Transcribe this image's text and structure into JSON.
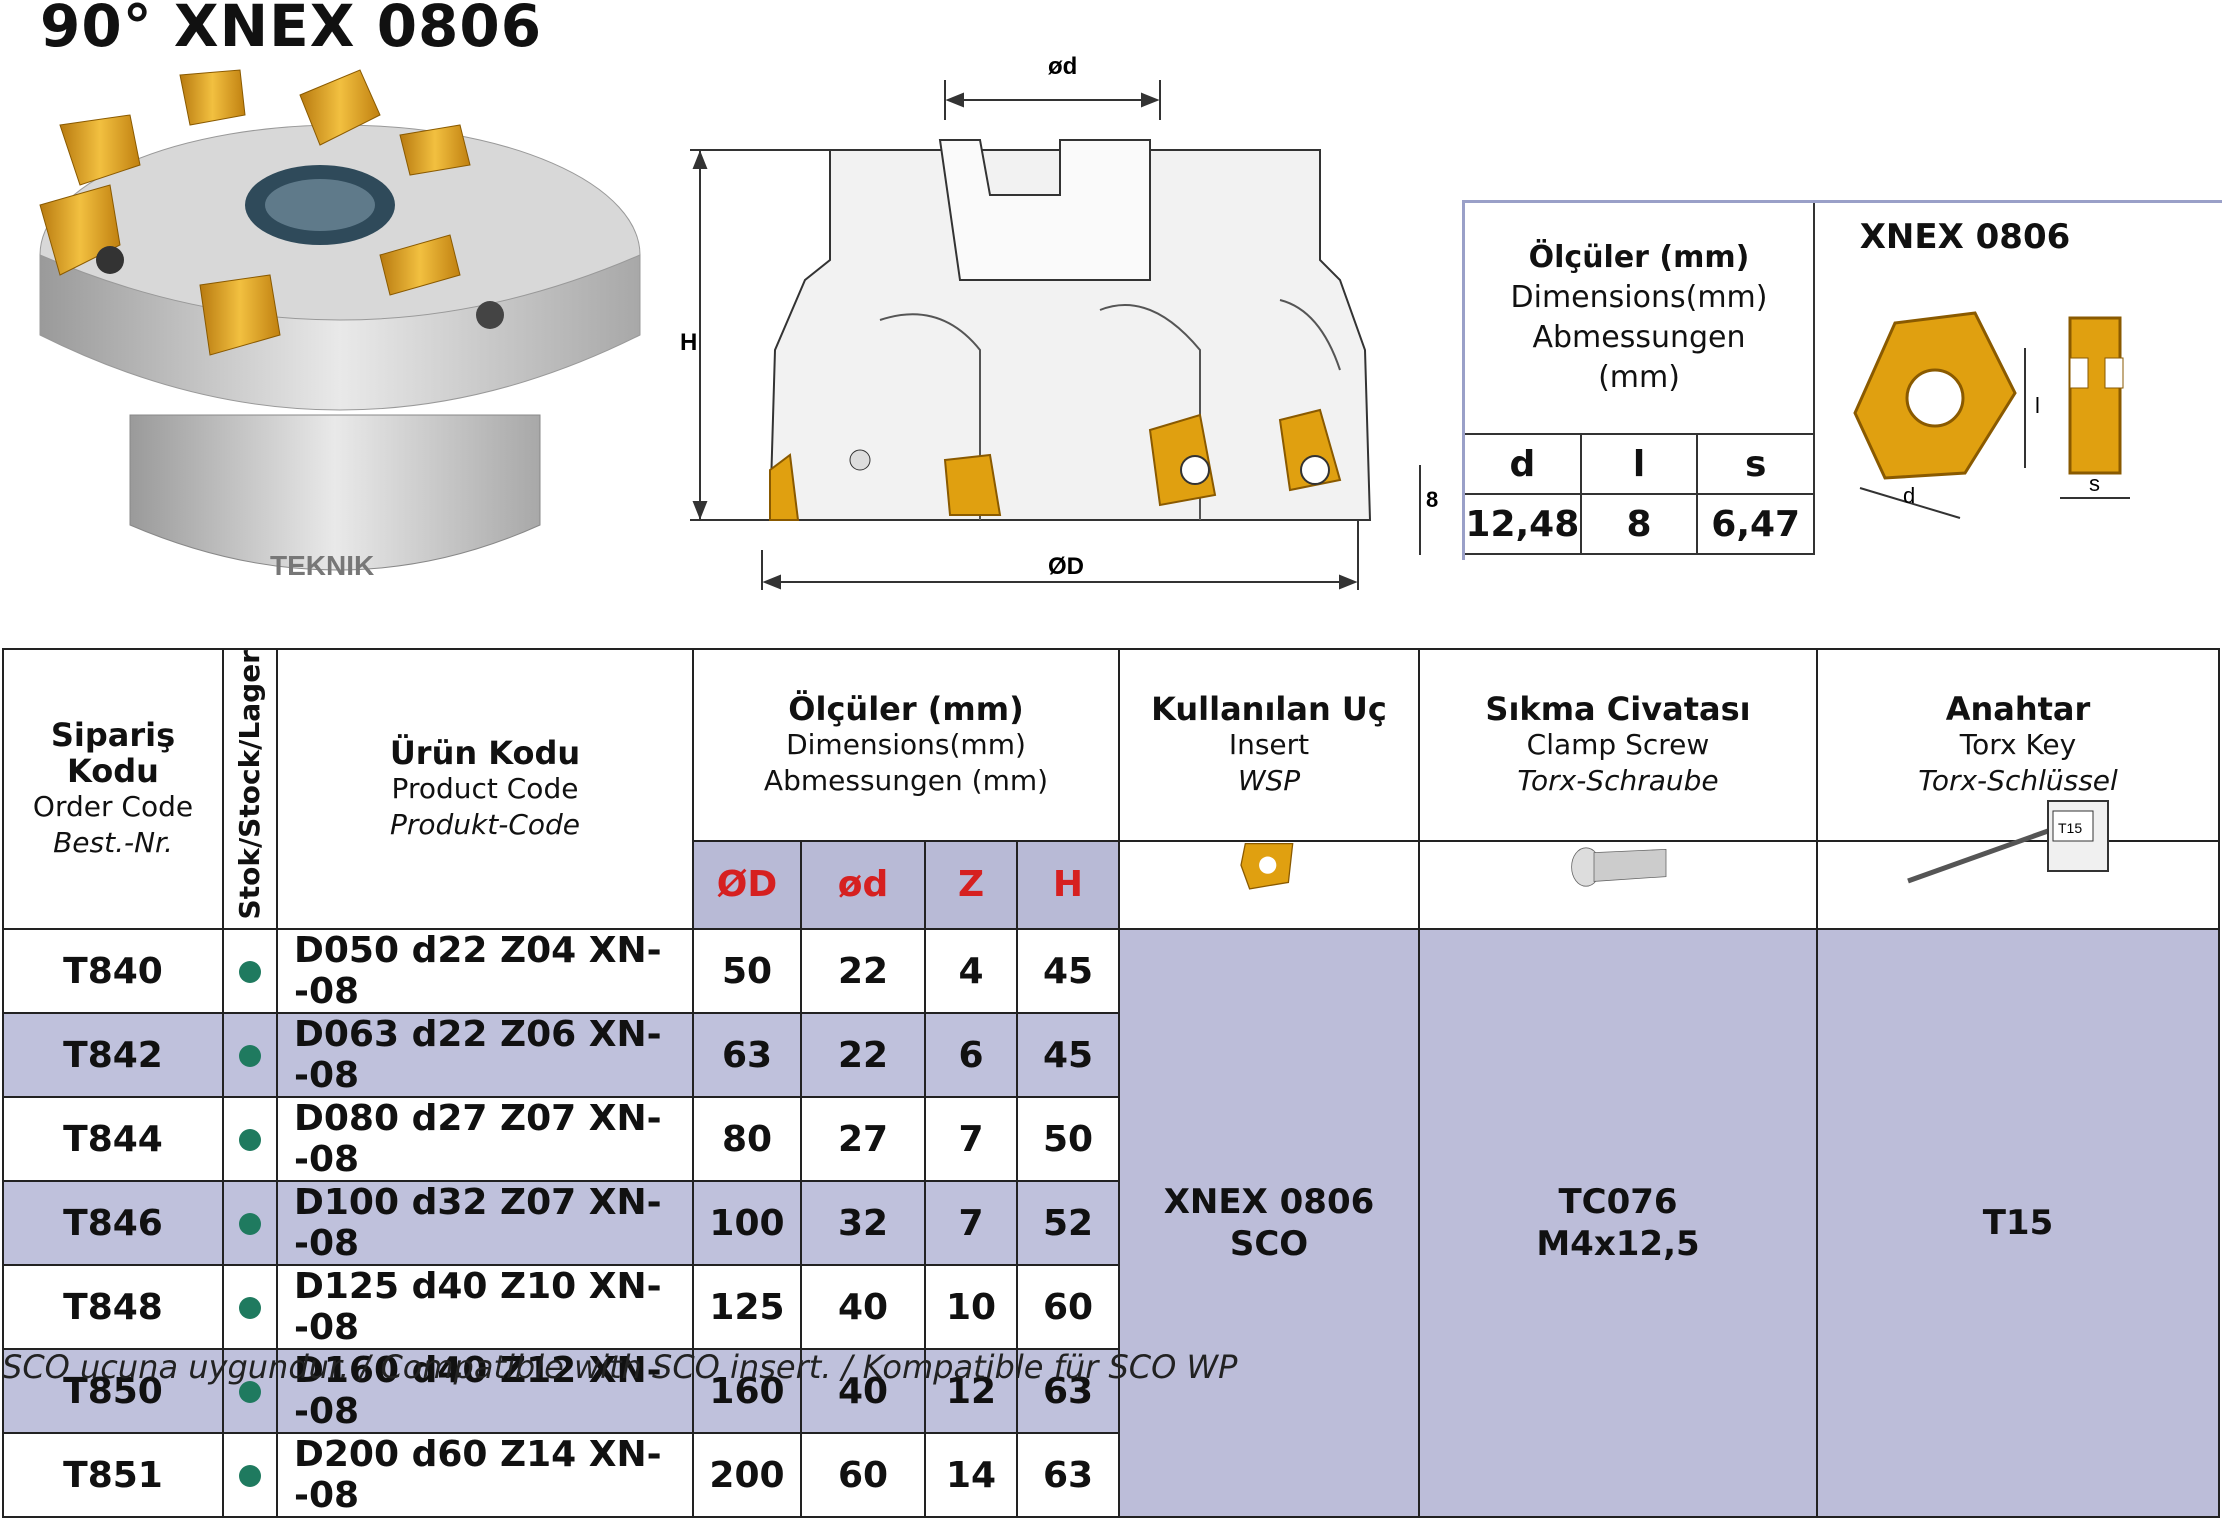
{
  "title": "90° XNEX 0806",
  "drawing_labels": {
    "small_d": "ød",
    "height": "H",
    "large_d": "ØD",
    "eight": "8",
    "engrave": "TEKNIK"
  },
  "dimensions_box": {
    "header_bold": "Ölçüler (mm)",
    "header_line2": "Dimensions(mm)",
    "header_line3": "Abmessungen",
    "header_line4": "(mm)",
    "cols": [
      "d",
      "l",
      "s"
    ],
    "values": [
      "12,48",
      "8",
      "6,47"
    ],
    "insert_title": "XNEX 0806",
    "insert_labels": {
      "d": "d",
      "l": "l",
      "s": "s"
    }
  },
  "table": {
    "h_order": {
      "b1": "Sipariş",
      "b2": "Kodu",
      "en": "Order Code",
      "de": "Best.-Nr."
    },
    "h_stock": "Stok/Stock/Lager",
    "h_product": {
      "b": "Ürün Kodu",
      "en": "Product Code",
      "de": "Produkt-Code"
    },
    "h_dims": {
      "b": "Ölçüler (mm)",
      "en": "Dimensions(mm)",
      "de": "Abmessungen (mm)"
    },
    "h_insert": {
      "b": "Kullanılan Uç",
      "en": "Insert",
      "de": "WSP"
    },
    "h_screw": {
      "b": "Sıkma Civatası",
      "en": "Clamp Screw",
      "de": "Torx-Schraube"
    },
    "h_key": {
      "b": "Anahtar",
      "en": "Torx Key",
      "de": "Torx-Schlüssel"
    },
    "sub_cols": [
      "ØD",
      "ød",
      "Z",
      "H"
    ],
    "rows": [
      {
        "order": "T840",
        "product": "D050 d22 Z04 XN--08",
        "D": "50",
        "d": "22",
        "Z": "4",
        "H": "45"
      },
      {
        "order": "T842",
        "product": "D063 d22 Z06 XN--08",
        "D": "63",
        "d": "22",
        "Z": "6",
        "H": "45"
      },
      {
        "order": "T844",
        "product": "D080 d27 Z07 XN--08",
        "D": "80",
        "d": "27",
        "Z": "7",
        "H": "50"
      },
      {
        "order": "T846",
        "product": "D100 d32 Z07 XN--08",
        "D": "100",
        "d": "32",
        "Z": "7",
        "H": "52"
      },
      {
        "order": "T848",
        "product": "D125 d40 Z10 XN--08",
        "D": "125",
        "d": "40",
        "Z": "10",
        "H": "60"
      },
      {
        "order": "T850",
        "product": "D160 d40 Z12 XN--08",
        "D": "160",
        "d": "40",
        "Z": "12",
        "H": "63"
      },
      {
        "order": "T851",
        "product": "D200 d60 Z14 XN--08",
        "D": "200",
        "d": "60",
        "Z": "14",
        "H": "63"
      }
    ],
    "insert_value": {
      "l1": "XNEX 0806",
      "l2": "SCO"
    },
    "screw_value": {
      "l1": "TC076",
      "l2": "M4x12,5"
    },
    "key_value": "T15",
    "key_tag": "T15"
  },
  "footnote": "SCO ucuna uygundur. / Compatible with SCO insert. / Kompatible für SCO WP",
  "colors": {
    "insert_gold": "#e0a010",
    "row_alt": "#bfc1dc",
    "merged": "#bcbdd9",
    "dot": "#1f7a5f",
    "subheader_text": "#d62020"
  }
}
